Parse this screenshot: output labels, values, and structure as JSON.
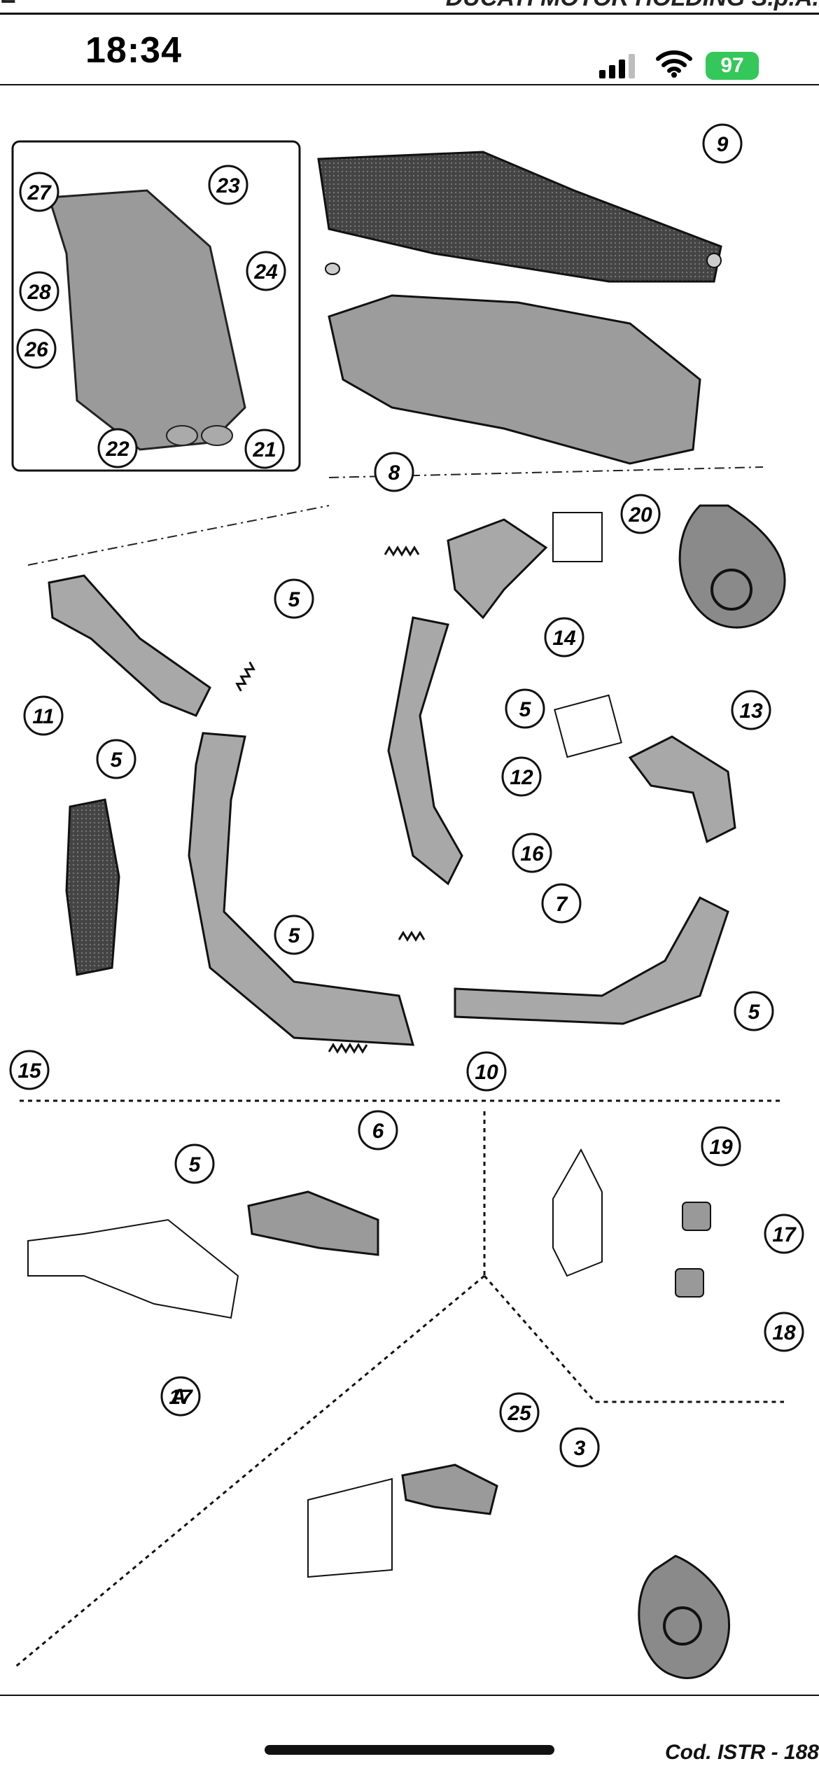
{
  "header_fragment": {
    "left": "E",
    "right": "DUCATI MOTOR HOLDING S.p.A."
  },
  "status_bar": {
    "time": "18:34",
    "battery": "97",
    "battery_color": "#34c759"
  },
  "diagram": {
    "callouts": [
      "9",
      "27",
      "23",
      "28",
      "24",
      "26",
      "22",
      "21",
      "8",
      "20",
      "5",
      "14",
      "11",
      "5",
      "5",
      "12",
      "13",
      "16",
      "5",
      "7",
      "15",
      "10",
      "5",
      "5",
      "6",
      "19",
      "17",
      "18",
      "17",
      "A",
      "25",
      "4",
      "3"
    ]
  },
  "footer": {
    "code": "Cod. ISTR - 188"
  }
}
